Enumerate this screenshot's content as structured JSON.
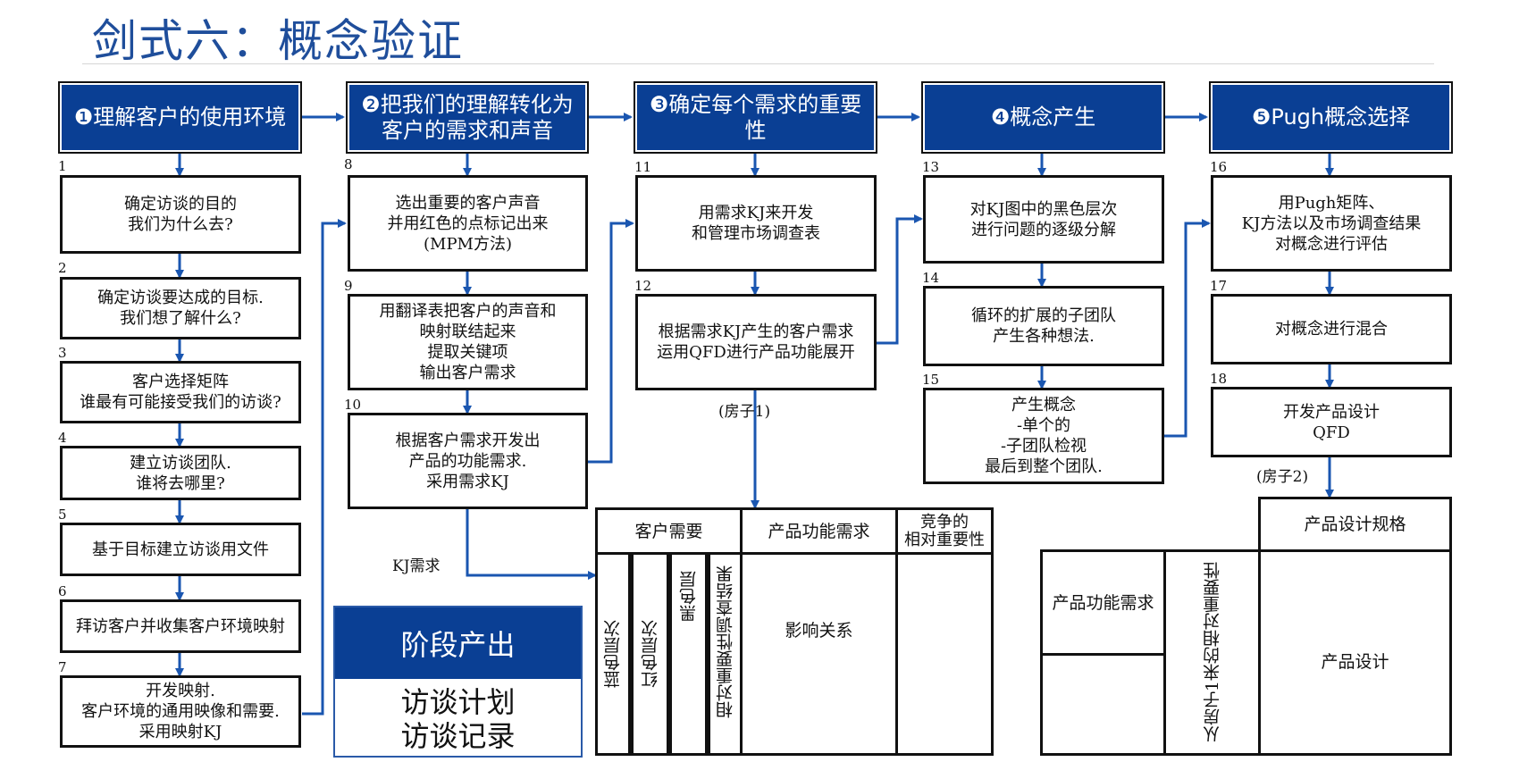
{
  "title": "剑式六：概念验证",
  "headers": {
    "h1": "❶理解客户的使用环境",
    "h2": "❷把我们的理解转化为客户的需求和声音",
    "h3": "❸确定每个需求的重要性",
    "h4": "❹概念产生",
    "h5": "❺Pugh概念选择"
  },
  "steps": {
    "s1": {
      "num": "1",
      "text": "确定访谈的目的\n我们为什么去?"
    },
    "s2": {
      "num": "2",
      "text": "确定访谈要达成的目标.\n我们想了解什么?"
    },
    "s3": {
      "num": "3",
      "text": "客户选择矩阵\n谁最有可能接受我们的访谈?"
    },
    "s4": {
      "num": "4",
      "text": "建立访谈团队.\n谁将去哪里?"
    },
    "s5": {
      "num": "5",
      "text": "基于目标建立访谈用文件"
    },
    "s6": {
      "num": "6",
      "text": "拜访客户并收集客户环境映射"
    },
    "s7": {
      "num": "7",
      "text": "开发映射.\n客户环境的通用映像和需要.\n采用映射KJ"
    },
    "s8": {
      "num": "8",
      "text": "选出重要的客户声音\n并用红色的点标记出来\n(MPM方法)"
    },
    "s9": {
      "num": "9",
      "text": "用翻译表把客户的声音和\n映射联结起来\n提取关键项\n输出客户需求"
    },
    "s10": {
      "num": "10",
      "text": "根据客户需求开发出\n产品的功能需求.\n采用需求KJ"
    },
    "s11": {
      "num": "11",
      "text": "用需求KJ来开发\n和管理市场调查表"
    },
    "s12": {
      "num": "12",
      "text": "根据需求KJ产生的客户需求\n运用QFD进行产品功能展开"
    },
    "s13": {
      "num": "13",
      "text": "对KJ图中的黑色层次\n进行问题的逐级分解"
    },
    "s14": {
      "num": "14",
      "text": "循环的扩展的子团队\n产生各种想法."
    },
    "s15": {
      "num": "15",
      "text": "产生概念\n-单个的\n-子团队检视\n最后到整个团队."
    },
    "s16": {
      "num": "16",
      "text": "用Pugh矩阵、\nKJ方法以及市场调查结果\n对概念进行评估"
    },
    "s17": {
      "num": "17",
      "text": "对概念进行混合"
    },
    "s18": {
      "num": "18",
      "text": "开发产品设计\nQFD"
    }
  },
  "labels": {
    "house1": "(房子1)",
    "house2": "(房子2)",
    "kj_needs": "KJ需求"
  },
  "house1": {
    "customer_needs": "客户需要",
    "product_func": "产品功能需求",
    "competitive": "竞争的\n相对重要性",
    "blue": "蓝色层次",
    "red": "红色层次",
    "black": "黑色层",
    "relative": "相对重要性调查结果",
    "influence": "影响关系"
  },
  "house2": {
    "design_spec": "产品设计规格",
    "product_func": "产品功能需求",
    "relative_from_h1": "从房子1来的相对重要性",
    "product_design": "产品设计"
  },
  "stage_output": {
    "head": "阶段产出",
    "line1": "访谈计划",
    "line2": "访谈记录"
  },
  "colors": {
    "header_blue": "#0a3f94",
    "title_blue": "#1f4e9b",
    "arrow_blue": "#1a56b0"
  }
}
